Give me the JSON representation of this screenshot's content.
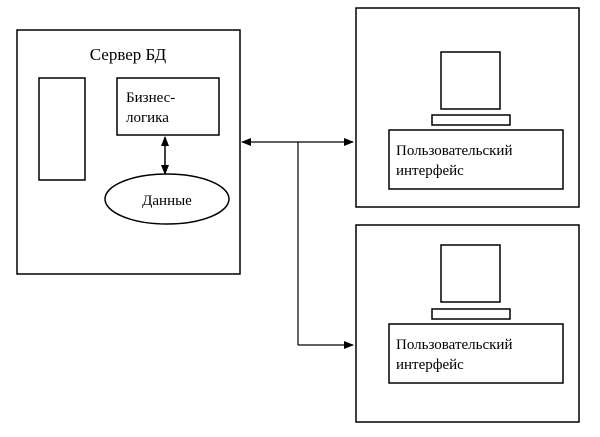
{
  "server": {
    "title": "Сервер БД",
    "business_logic_line1": "Бизнес-",
    "business_logic_line2": "логика",
    "data_label": "Данные"
  },
  "clients": [
    {
      "ui_line1": "Пользовательский",
      "ui_line2": "интерфейс"
    },
    {
      "ui_line1": "Пользовательский",
      "ui_line2": "интерфейс"
    }
  ]
}
